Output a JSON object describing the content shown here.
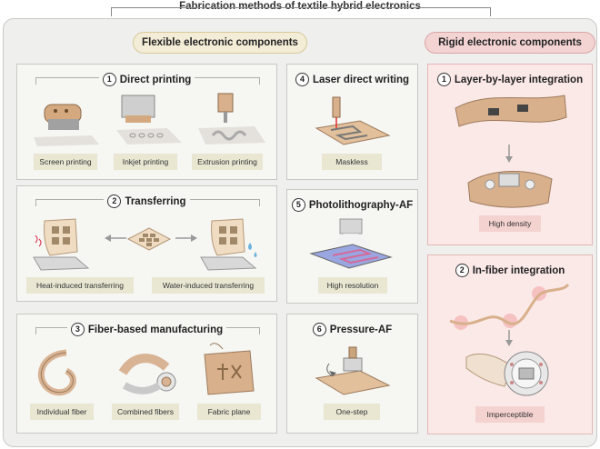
{
  "title": "Fabrication methods of textile hybrid electronics",
  "groups": {
    "flexible": "Flexible electronic components",
    "rigid": "Rigid electronic components"
  },
  "panels": {
    "direct_printing": {
      "number": "1",
      "title": "Direct printing",
      "captions": [
        "Screen printing",
        "Inkjet printing",
        "Extrusion printing"
      ]
    },
    "transferring": {
      "number": "2",
      "title": "Transferring",
      "captions": [
        "Heat-induced transferring",
        "Water-induced transferring"
      ]
    },
    "fiber_manufacturing": {
      "number": "3",
      "title": "Fiber-based manufacturing",
      "captions": [
        "Individual fiber",
        "Combined fibers",
        "Fabric plane"
      ]
    },
    "laser": {
      "number": "4",
      "title": "Laser direct writing",
      "caption": "Maskless"
    },
    "photolithography": {
      "number": "5",
      "title": "Photolithography-AF",
      "caption": "High resolution"
    },
    "pressure": {
      "number": "6",
      "title": "Pressure-AF",
      "caption": "One-step"
    },
    "layer": {
      "number": "1",
      "title": "Layer-by-layer integration",
      "caption": "High density"
    },
    "in_fiber": {
      "number": "2",
      "title": "In-fiber integration",
      "caption": "Imperceptible"
    }
  },
  "colors": {
    "flex_pill": "#f3ecd6",
    "rigid_pill": "#f4d3d3",
    "panel": "#f6f6f2",
    "rigid_panel": "#fbe9e8",
    "caption": "#e9e6d2"
  }
}
